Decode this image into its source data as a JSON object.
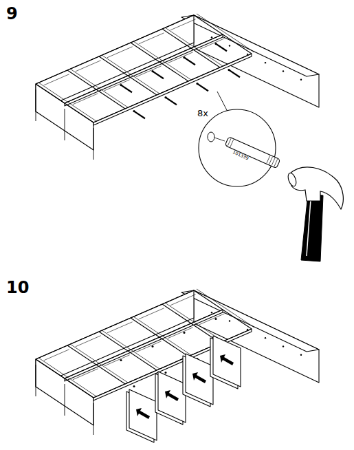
{
  "diagram": {
    "labels": [
      "9",
      "8x",
      "101339",
      "10"
    ]
  }
}
